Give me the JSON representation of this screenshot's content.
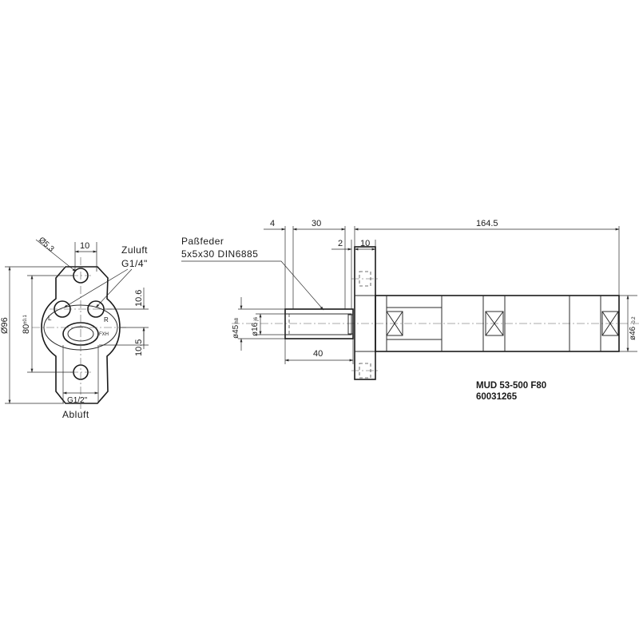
{
  "left_view": {
    "dim_diam_hole": "Ø5.3",
    "dim_top_width": "10",
    "label_inlet": "Zuluft",
    "label_inlet_thread": "G1/4\"",
    "dim_height_96": "Ø96",
    "dim_80": "80",
    "dim_80_tol": "±0.1",
    "dim_10_6": "10.6",
    "dim_10_5": "10.5",
    "mark_L": "L",
    "mark_R": "R",
    "mark_FXH": "FXH",
    "dim_outlet_thread": "G1/2\"",
    "label_outlet": "Abluft"
  },
  "right_view": {
    "dim_4": "4",
    "dim_30": "30",
    "dim_2": "2",
    "dim_10": "10",
    "dim_164_5": "164.5",
    "label_key": "Paßfeder",
    "label_key_spec": "5x5x30  DIN6885",
    "dim_d45": "ø45",
    "dim_d45_tol": "h8",
    "dim_d16": "ø16",
    "dim_d16_tol": "j6",
    "dim_40": "40",
    "dim_d46": "ø46",
    "dim_d46_tol": "-0.2"
  },
  "title_block": {
    "model": "MUD 53-500 F80",
    "part_number": "60031265"
  }
}
